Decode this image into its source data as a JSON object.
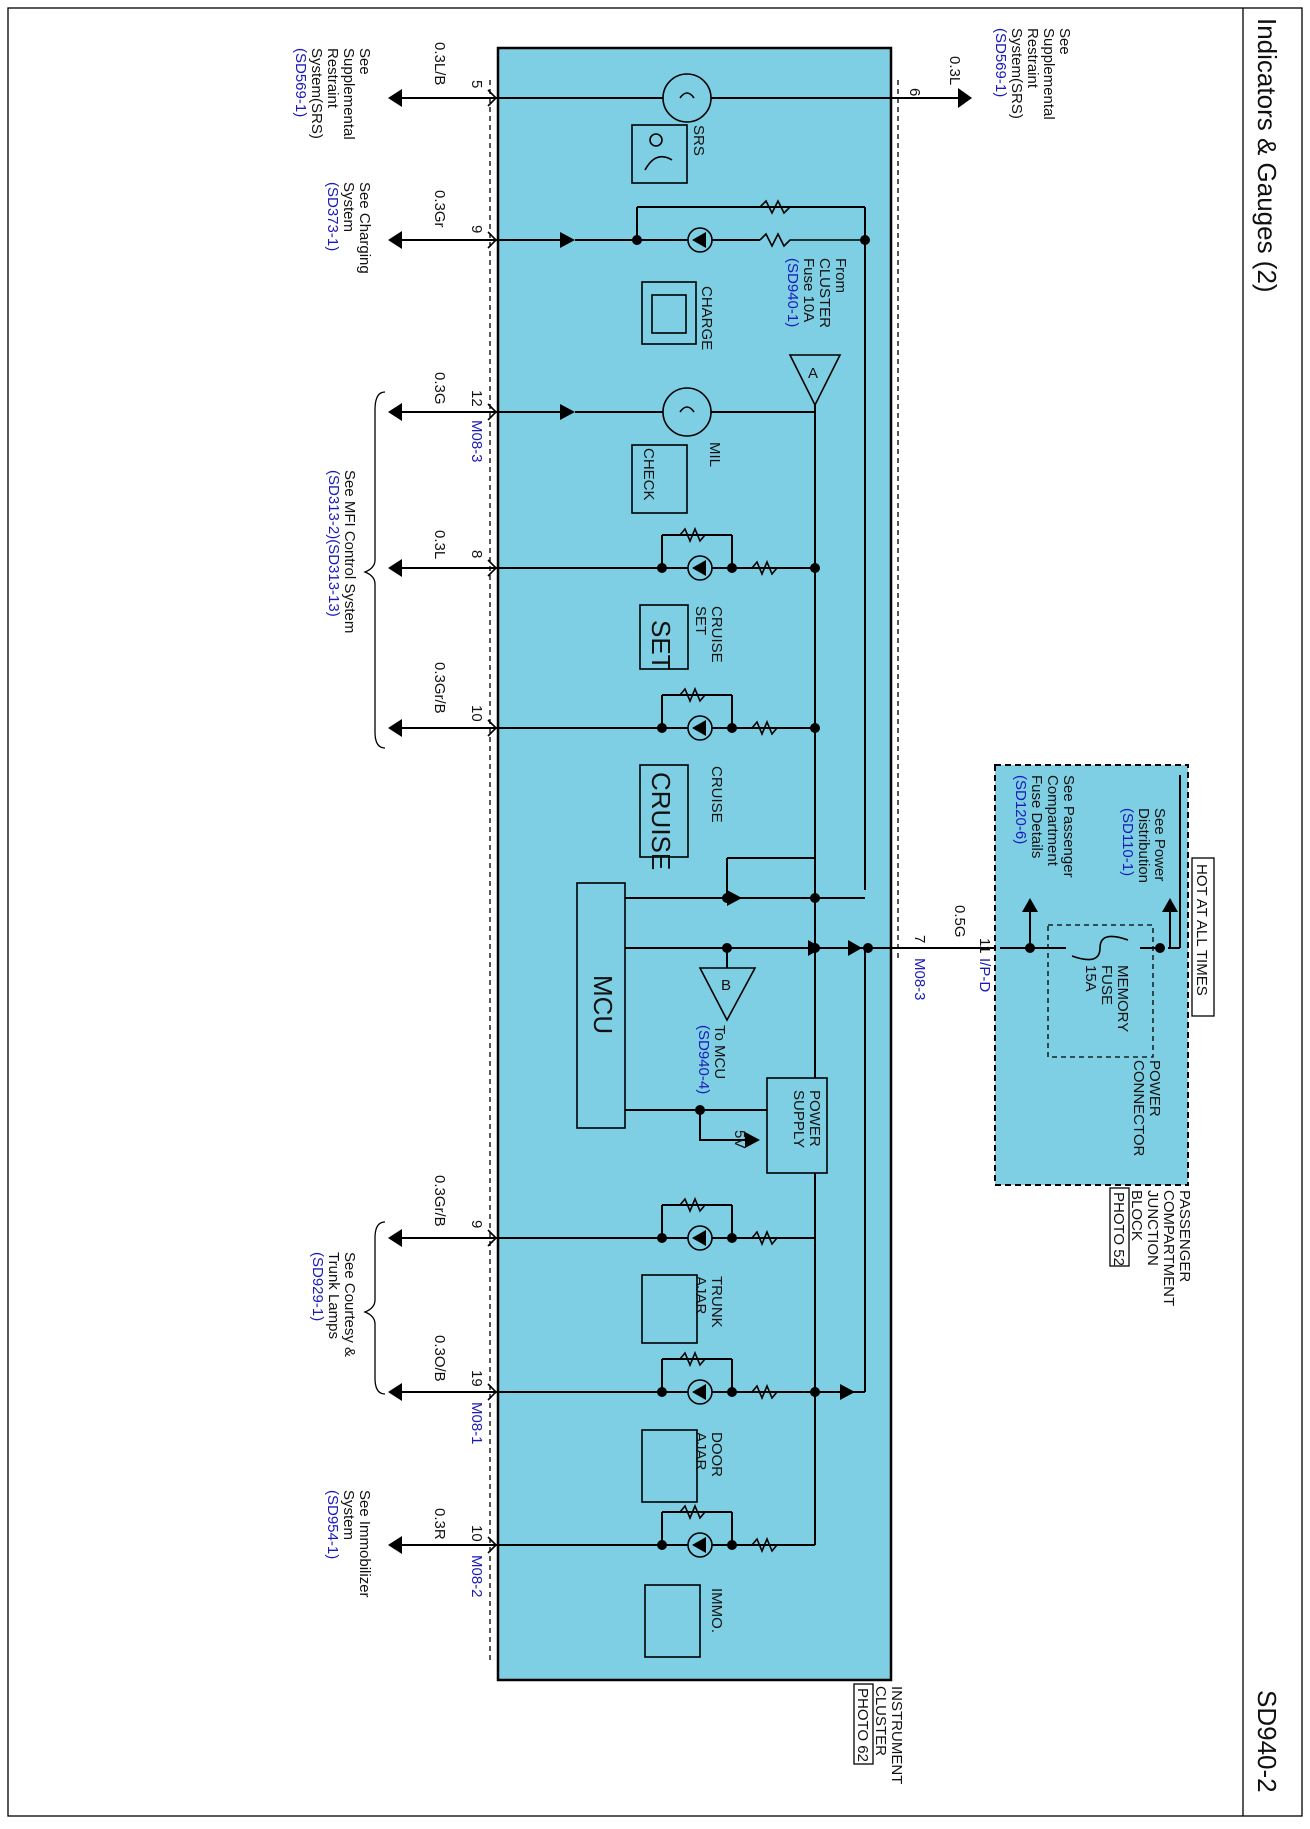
{
  "page": {
    "title": "Indicators & Gauges (2)",
    "code": "SD940-2"
  },
  "cluster": {
    "label_lines": [
      "INSTRUMENT",
      "CLUSTER"
    ],
    "photo": "PHOTO 62",
    "fill": "#7ecfe3"
  },
  "junction_block": {
    "hot_label": "HOT AT ALL TIMES",
    "power_dist": [
      "See Power",
      "Distribution"
    ],
    "power_dist_ref": "(SD110-1)",
    "fuse_details": [
      "See Passenger",
      "Compartment",
      "Fuse Details"
    ],
    "fuse_details_ref": "(SD120-6)",
    "fuse_lines": [
      "MEMORY",
      "FUSE",
      "15A"
    ],
    "power_connector": [
      "POWER",
      "CONNECTOR"
    ],
    "block_label": [
      "PASSENGER",
      "COMPARTMENT",
      "JUNCTION",
      "BLOCK"
    ],
    "photo": "PHOTO 52",
    "pin": "11",
    "connector": "I/P-D"
  },
  "power_input": {
    "wire": "0.5G",
    "pin": "7",
    "connector": "M08-3"
  },
  "mcu": {
    "label": "MCU",
    "power_supply": [
      "POWER",
      "SUPPLY"
    ],
    "volt": "5V",
    "to_mcu_label": [
      "To MCU"
    ],
    "to_mcu_ref": "(SD940-4)",
    "to_mcu_letter": "B"
  },
  "cluster_fuse": {
    "lines": [
      "From",
      "CLUSTER",
      "Fuse 10A"
    ],
    "ref": "(SD940-1)",
    "letter": "A"
  },
  "srs_right": {
    "pin": "6",
    "wire": "0.3L",
    "lines": [
      "See",
      "Supplemental",
      "Restraint",
      "System(SRS)"
    ],
    "ref": "(SD569-1)"
  },
  "indicators": [
    {
      "name": "SRS",
      "pin": "5",
      "wire": "0.3L/B"
    },
    {
      "name": "CHARGE",
      "pin": "9",
      "wire": "0.3Gr"
    },
    {
      "name_lines": [
        "MIL",
        "CHECK"
      ],
      "pin": "12",
      "wire": "0.3G",
      "connector": "M08-3"
    },
    {
      "name_lines": [
        "CRUISE",
        "SET"
      ],
      "badge": "SET",
      "pin": "8",
      "wire": "0.3L"
    },
    {
      "name": "CRUISE",
      "badge": "CRUISE",
      "pin": "10",
      "wire": "0.3Gr/B"
    },
    {
      "name_lines": [
        "TRUNK",
        "AJAR"
      ],
      "pin": "9",
      "wire": "0.3Gr/B"
    },
    {
      "name_lines": [
        "DOOR",
        "AJAR"
      ],
      "pin": "19",
      "wire": "0.3O/B",
      "connector": "M08-1"
    },
    {
      "name": "IMMO.",
      "pin": "10",
      "wire": "0.3R",
      "connector": "M08-2"
    }
  ],
  "references": {
    "srs_left": {
      "lines": [
        "See",
        "Supplemental",
        "Restraint",
        "System(SRS)"
      ],
      "ref": "(SD569-1)"
    },
    "charging": {
      "lines": [
        "See Charging",
        "System"
      ],
      "ref": "(SD373-1)"
    },
    "mfi": {
      "lines": [
        "See MFI Control System"
      ],
      "ref": "(SD313-2)(SD313-13)"
    },
    "courtesy": {
      "lines": [
        "See Courtesy &",
        "Trunk Lamps"
      ],
      "ref": "(SD929-1)"
    },
    "immobilizer": {
      "lines": [
        "See Immobilizer",
        "System"
      ],
      "ref": "(SD954-1)"
    }
  }
}
